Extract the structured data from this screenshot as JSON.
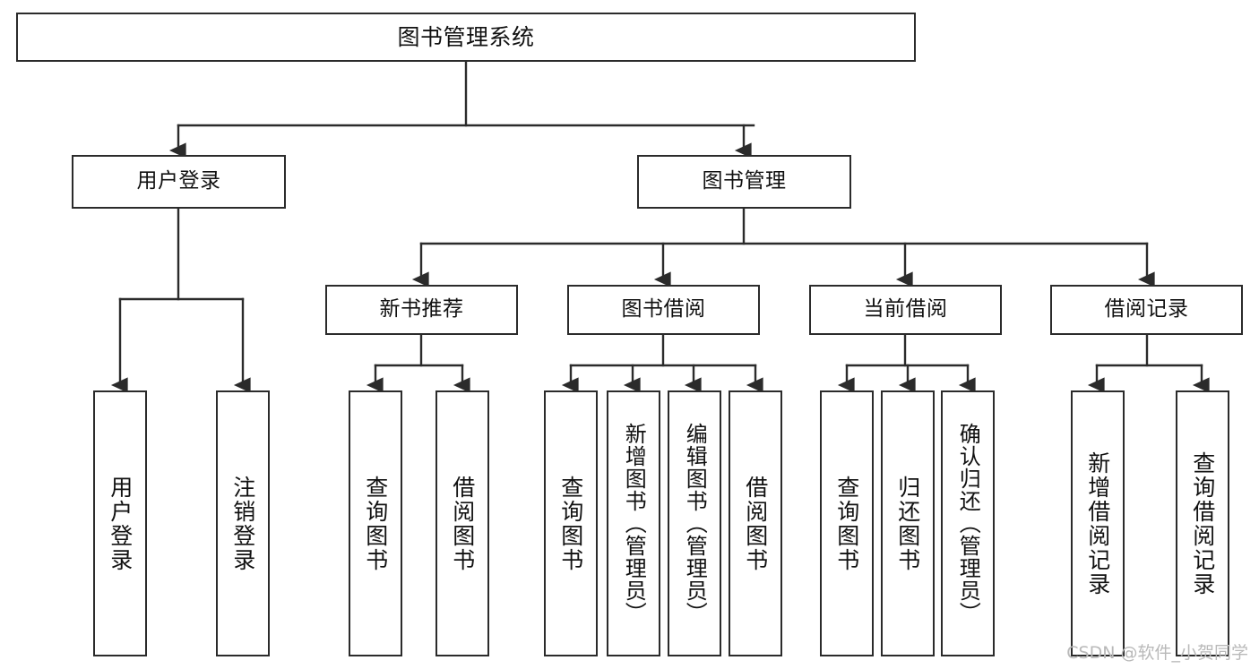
{
  "diagram": {
    "title": "图书管理系统",
    "type": "tree-hierarchy",
    "watermark": "CSDN @软件_小贺同学",
    "theme": {
      "background": "#ffffff",
      "box_border": "#2b2b2b",
      "connector": "#2b2b2b",
      "text": "#111111",
      "watermark_color": "#b9b9b9"
    },
    "root": {
      "id": "root",
      "label": "图书管理系统"
    },
    "level1": [
      {
        "id": "user-login",
        "label": "用户登录"
      },
      {
        "id": "book-manage",
        "label": "图书管理"
      }
    ],
    "level2": [
      {
        "id": "new-book-recommend",
        "label": "新书推荐",
        "parent": "book-manage"
      },
      {
        "id": "book-borrow",
        "label": "图书借阅",
        "parent": "book-manage"
      },
      {
        "id": "current-borrow",
        "label": "当前借阅",
        "parent": "book-manage"
      },
      {
        "id": "borrow-record",
        "label": "借阅记录",
        "parent": "book-manage"
      }
    ],
    "leaves": [
      {
        "id": "leaf-user-login",
        "label": "用户登录",
        "parent": "user-login"
      },
      {
        "id": "leaf-logout-login",
        "label": "注销登录",
        "parent": "user-login"
      },
      {
        "id": "leaf-query-book-1",
        "label": "查询图书",
        "parent": "new-book-recommend"
      },
      {
        "id": "leaf-borrow-book-1",
        "label": "借阅图书",
        "parent": "new-book-recommend"
      },
      {
        "id": "leaf-query-book-2",
        "label": "查询图书",
        "parent": "book-borrow"
      },
      {
        "id": "leaf-add-book",
        "label": "新增图书（管理员）",
        "parent": "book-borrow"
      },
      {
        "id": "leaf-edit-book",
        "label": "编辑图书（管理员）",
        "parent": "book-borrow"
      },
      {
        "id": "leaf-borrow-book-2",
        "label": "借阅图书",
        "parent": "book-borrow"
      },
      {
        "id": "leaf-query-book-3",
        "label": "查询图书",
        "parent": "current-borrow"
      },
      {
        "id": "leaf-return-book",
        "label": "归还图书",
        "parent": "current-borrow"
      },
      {
        "id": "leaf-confirm-return",
        "label": "确认归还（管理员）",
        "parent": "current-borrow"
      },
      {
        "id": "leaf-add-record",
        "label": "新增借阅记录",
        "parent": "borrow-record"
      },
      {
        "id": "leaf-query-record",
        "label": "查询借阅记录",
        "parent": "borrow-record"
      }
    ]
  }
}
